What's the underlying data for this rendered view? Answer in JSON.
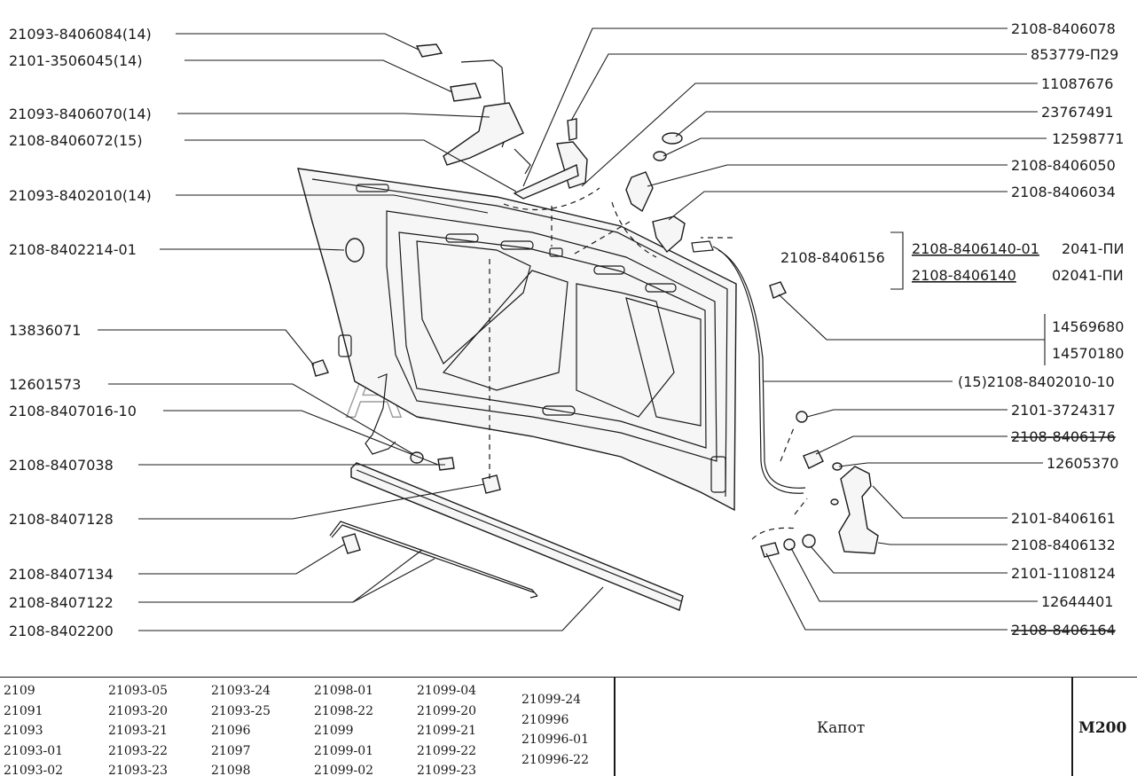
{
  "watermark": "AutoSoft",
  "left_callouts": [
    "21093-8406084(14)",
    "2101-3506045(14)",
    "21093-8406070(14)",
    "2108-8406072(15)",
    "21093-8402010(14)",
    "2108-8402214-01",
    "13836071",
    "12601573",
    "2108-8407016-10",
    "2108-8407038",
    "2108-8407128",
    "2108-8407134",
    "2108-8407122",
    "2108-8402200"
  ],
  "right_callouts": [
    "2108-8406078",
    "853779-П29",
    "11087676",
    "23767491",
    "12598771",
    "2108-8406050",
    "2108-8406034",
    "14569680",
    "14570180",
    "(15)2108-8402010-10",
    "2101-3724317",
    "2108-8406176",
    "12605370",
    "2101-8406161",
    "2108-8406132",
    "2101-1108124",
    "12644401",
    "2108-8406164"
  ],
  "cable_callout": "2108-8406156",
  "cable_variants": [
    {
      "part": "2108-8406140-01",
      "variant": "2041-ПИ"
    },
    {
      "part": "2108-8406140",
      "variant": "02041-ПИ"
    }
  ],
  "footer": {
    "models": [
      [
        "2109",
        "21091",
        "21093",
        "21093-01",
        "21093-02"
      ],
      [
        "21093-05",
        "21093-20",
        "21093-21",
        "21093-22",
        "21093-23"
      ],
      [
        "21093-24",
        "21093-25",
        "21096",
        "21097",
        "21098"
      ],
      [
        "21098-01",
        "21098-22",
        "21099",
        "21099-01",
        "21099-02"
      ],
      [
        "21099-04",
        "21099-20",
        "21099-21",
        "21099-22",
        "21099-23"
      ],
      [
        "21099-24",
        "210996",
        "210996-01",
        "210996-22"
      ]
    ],
    "title": "Капот",
    "code": "M200"
  }
}
